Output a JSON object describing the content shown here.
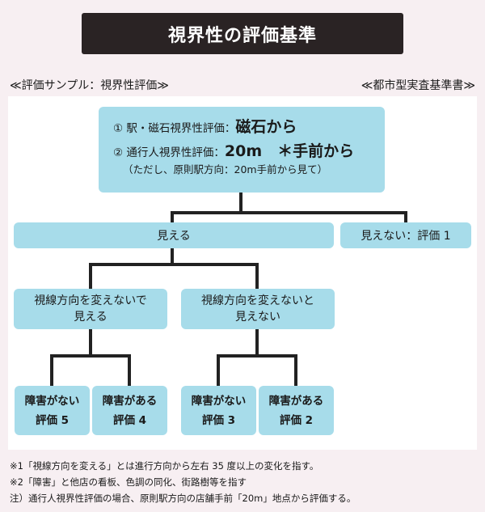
{
  "title": "視界性の評価基準",
  "subtitle_left": "≪評価サンプル：視界性評価≫",
  "subtitle_right": "≪都市型実査基準書≫",
  "root": {
    "line1_prefix": "① 駅・磁石視界性評価：",
    "line1_value": "磁石から",
    "line2_prefix": "② 通行人視界性評価：",
    "line2_value": "20m　＊手前から",
    "line3": "（ただし、原則駅方向：20m手前から見て）"
  },
  "level2": {
    "visible": "見える",
    "not_visible": "見えない：評価 1"
  },
  "level3": {
    "no_change_line1": "視線方向を変えないで",
    "no_change_line2": "見える",
    "change_line1": "視線方向を変えないと",
    "change_line2": "見えない"
  },
  "leaves": [
    {
      "line1": "障害がない",
      "line2": "評価 5"
    },
    {
      "line1": "障害がある",
      "line2": "評価 4"
    },
    {
      "line1": "障害がない",
      "line2": "評価 3"
    },
    {
      "line1": "障害がある",
      "line2": "評価 2"
    }
  ],
  "notes": [
    "※1「視線方向を変える」とは進行方向から左右 35 度以上の変化を指す。",
    "※2「障害」と他店の看板、色調の同化、街路樹等を指す",
    "注）通行人視界性評価の場合、原則駅方向の店舗手前「20m」地点から評価する。"
  ]
}
